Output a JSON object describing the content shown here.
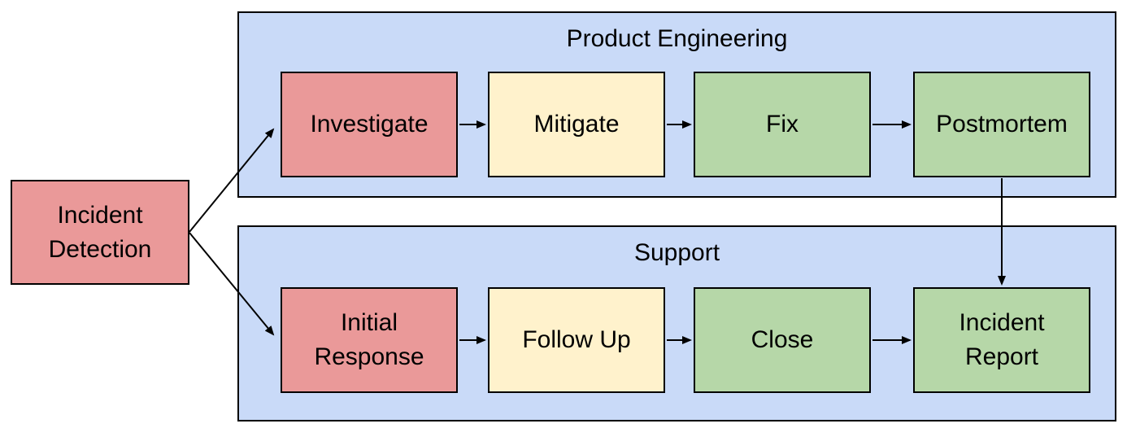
{
  "diagram": {
    "type": "flowchart",
    "start_node": {
      "label": "Incident\nDetection",
      "color": "#ea9999"
    },
    "lanes": [
      {
        "title": "Product Engineering",
        "fill": "#c9daf8",
        "nodes": [
          {
            "label": "Investigate",
            "color": "#ea9999"
          },
          {
            "label": "Mitigate",
            "color": "#fff2cc"
          },
          {
            "label": "Fix",
            "color": "#b6d7a8"
          },
          {
            "label": "Postmortem",
            "color": "#b6d7a8"
          }
        ]
      },
      {
        "title": "Support",
        "fill": "#c9daf8",
        "nodes": [
          {
            "label": "Initial\nResponse",
            "color": "#ea9999"
          },
          {
            "label": "Follow Up",
            "color": "#fff2cc"
          },
          {
            "label": "Close",
            "color": "#b6d7a8"
          },
          {
            "label": "Incident\nReport",
            "color": "#b6d7a8"
          }
        ]
      }
    ],
    "edges": [
      {
        "from": "Incident Detection",
        "to": "Investigate"
      },
      {
        "from": "Incident Detection",
        "to": "Initial Response"
      },
      {
        "from": "Investigate",
        "to": "Mitigate"
      },
      {
        "from": "Mitigate",
        "to": "Fix"
      },
      {
        "from": "Fix",
        "to": "Postmortem"
      },
      {
        "from": "Postmortem",
        "to": "Incident Report"
      },
      {
        "from": "Initial Response",
        "to": "Follow Up"
      },
      {
        "from": "Follow Up",
        "to": "Close"
      },
      {
        "from": "Close",
        "to": "Incident Report"
      }
    ],
    "colors": {
      "lane_fill": "#c9daf8",
      "node_red": "#ea9999",
      "node_yellow": "#fff2cc",
      "node_green": "#b6d7a8",
      "border": "#000000",
      "arrow": "#000000",
      "background": "#ffffff"
    }
  }
}
